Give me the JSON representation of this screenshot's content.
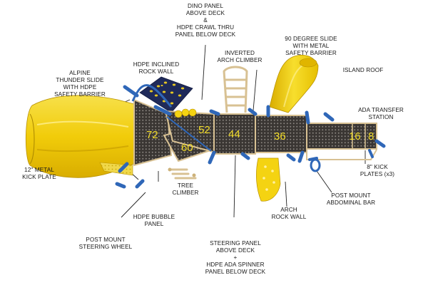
{
  "labels": {
    "dino": [
      "DINO PANEL",
      "ABOVE DECK",
      "&",
      "HDPE CRAWL THRU",
      "PANEL BELOW DECK"
    ],
    "slide90": [
      "90 DEGREE SLIDE",
      "WITH METAL",
      "SAFETY BARRIER"
    ],
    "inverted": [
      "INVERTED",
      "ARCH CLIMBER"
    ],
    "rockwall": [
      "HDPE INCLINED",
      "ROCK WALL"
    ],
    "alpine": [
      "ALPINE",
      "THUNDER SLIDE",
      "WITH HDPE",
      "SAFETY BARRIER"
    ],
    "island": [
      "ISLAND ROOF"
    ],
    "ada": [
      "ADA TRANSFER",
      "STATION"
    ],
    "kickplate": [
      "12\" METAL",
      "KICK PLATE"
    ],
    "tree": [
      "TREE",
      "CLIMBER"
    ],
    "kick8": [
      "8\" KICK",
      "PLATES (x3)"
    ],
    "bubble": [
      "HDPE BUBBLE",
      "PANEL"
    ],
    "arch": [
      "ARCH",
      "ROCK WALL"
    ],
    "abdominal": [
      "POST MOUNT",
      "ABDOMINAL BAR"
    ],
    "steeringwheel": [
      "POST MOUNT",
      "STEERING WHEEL"
    ],
    "steeringpanel": [
      "STEERING PANEL",
      "ABOVE DECK",
      "+",
      "HDPE ADA SPINNER",
      "PANEL BELOW DECK"
    ]
  },
  "deck_heights": [
    "72",
    "52",
    "44",
    "36",
    "16",
    "8",
    "60"
  ],
  "colors": {
    "slide_yellow": "#f4d312",
    "deck_dark": "#3a3633",
    "post_blue": "#2f67b8",
    "tan": "#e4cfa0",
    "rockwall_navy": "#1f2a5a",
    "height_text": "#f3dd2a"
  }
}
